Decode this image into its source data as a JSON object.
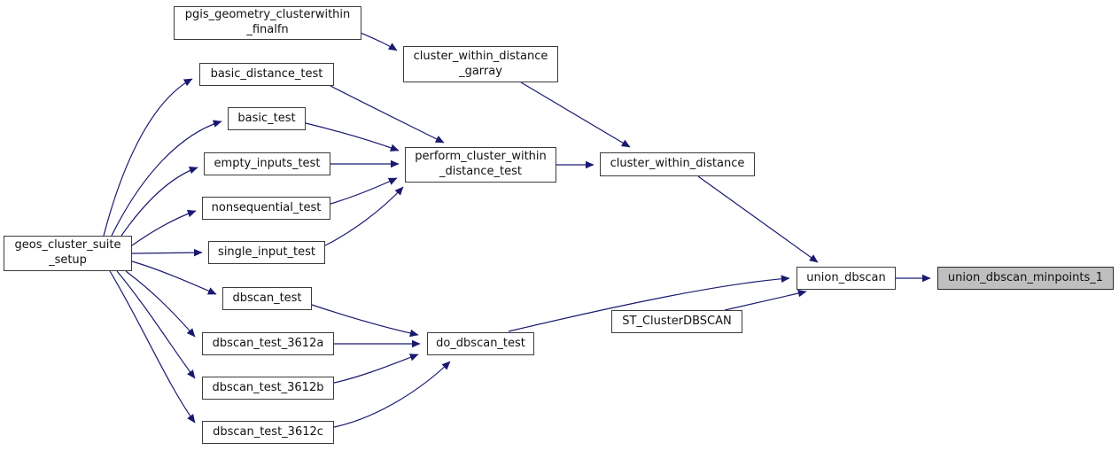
{
  "diagram": {
    "kind": "call-graph",
    "colors": {
      "background": "#ffffff",
      "edge": "#191970",
      "node_border": "#3c3c3c",
      "node_fill": "#ffffff",
      "highlight_node_fill": "#bfbfbf",
      "text": "#111111"
    }
  },
  "nodes": {
    "pgis_geometry_clusterwithin_finalfn": {
      "label": "pgis_geometry_clusterwithin\n_finalfn"
    },
    "cluster_within_distance_garray": {
      "label": "cluster_within_distance\n_garray"
    },
    "basic_distance_test": {
      "label": "basic_distance_test"
    },
    "basic_test": {
      "label": "basic_test"
    },
    "empty_inputs_test": {
      "label": "empty_inputs_test"
    },
    "nonsequential_test": {
      "label": "nonsequential_test"
    },
    "geos_cluster_suite_setup": {
      "label": "geos_cluster_suite\n_setup"
    },
    "single_input_test": {
      "label": "single_input_test"
    },
    "perform_cluster_within_distance_test": {
      "label": "perform_cluster_within\n_distance_test"
    },
    "cluster_within_distance": {
      "label": "cluster_within_distance"
    },
    "dbscan_test": {
      "label": "dbscan_test"
    },
    "dbscan_test_3612a": {
      "label": "dbscan_test_3612a"
    },
    "dbscan_test_3612b": {
      "label": "dbscan_test_3612b"
    },
    "dbscan_test_3612c": {
      "label": "dbscan_test_3612c"
    },
    "do_dbscan_test": {
      "label": "do_dbscan_test"
    },
    "ST_ClusterDBSCAN": {
      "label": "ST_ClusterDBSCAN"
    },
    "union_dbscan": {
      "label": "union_dbscan"
    },
    "union_dbscan_minpoints_1": {
      "label": "union_dbscan_minpoints_1"
    }
  },
  "edges": [
    {
      "from": "pgis_geometry_clusterwithin_finalfn",
      "to": "cluster_within_distance_garray"
    },
    {
      "from": "cluster_within_distance_garray",
      "to": "cluster_within_distance"
    },
    {
      "from": "geos_cluster_suite_setup",
      "to": "basic_distance_test"
    },
    {
      "from": "geos_cluster_suite_setup",
      "to": "basic_test"
    },
    {
      "from": "geos_cluster_suite_setup",
      "to": "empty_inputs_test"
    },
    {
      "from": "geos_cluster_suite_setup",
      "to": "nonsequential_test"
    },
    {
      "from": "geos_cluster_suite_setup",
      "to": "single_input_test"
    },
    {
      "from": "geos_cluster_suite_setup",
      "to": "dbscan_test"
    },
    {
      "from": "geos_cluster_suite_setup",
      "to": "dbscan_test_3612a"
    },
    {
      "from": "geos_cluster_suite_setup",
      "to": "dbscan_test_3612b"
    },
    {
      "from": "geos_cluster_suite_setup",
      "to": "dbscan_test_3612c"
    },
    {
      "from": "basic_distance_test",
      "to": "perform_cluster_within_distance_test"
    },
    {
      "from": "basic_test",
      "to": "perform_cluster_within_distance_test"
    },
    {
      "from": "empty_inputs_test",
      "to": "perform_cluster_within_distance_test"
    },
    {
      "from": "nonsequential_test",
      "to": "perform_cluster_within_distance_test"
    },
    {
      "from": "single_input_test",
      "to": "perform_cluster_within_distance_test"
    },
    {
      "from": "perform_cluster_within_distance_test",
      "to": "cluster_within_distance"
    },
    {
      "from": "cluster_within_distance",
      "to": "union_dbscan"
    },
    {
      "from": "dbscan_test",
      "to": "do_dbscan_test"
    },
    {
      "from": "dbscan_test_3612a",
      "to": "do_dbscan_test"
    },
    {
      "from": "dbscan_test_3612b",
      "to": "do_dbscan_test"
    },
    {
      "from": "dbscan_test_3612c",
      "to": "do_dbscan_test"
    },
    {
      "from": "do_dbscan_test",
      "to": "union_dbscan"
    },
    {
      "from": "ST_ClusterDBSCAN",
      "to": "union_dbscan"
    },
    {
      "from": "union_dbscan",
      "to": "union_dbscan_minpoints_1"
    }
  ]
}
